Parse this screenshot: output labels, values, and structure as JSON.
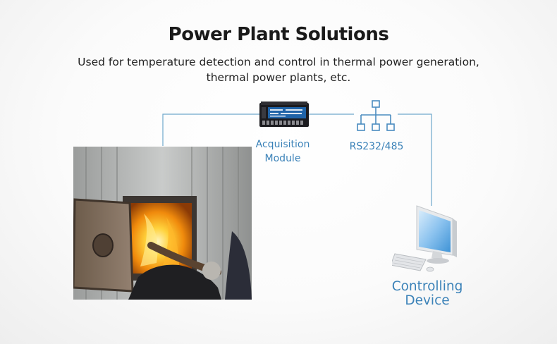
{
  "header": {
    "title": "Power Plant Solutions",
    "subtitle_line1": "Used for temperature detection and control in thermal power generation,",
    "subtitle_line2": "thermal power plants, etc."
  },
  "diagram": {
    "acquisition_module": {
      "line1": "Acquisition",
      "line2": "Module"
    },
    "network": {
      "label": "RS232/485",
      "icon": "network-topology-icon"
    },
    "controlling_device": {
      "line1": "Controlling",
      "line2": "Device",
      "icon": "computer-icon"
    },
    "photo": {
      "subject": "furnace-photo"
    }
  },
  "colors": {
    "accent": "#3b82b8",
    "line": "#6fa8cc",
    "title": "#1a1a1a",
    "text": "#222222"
  }
}
